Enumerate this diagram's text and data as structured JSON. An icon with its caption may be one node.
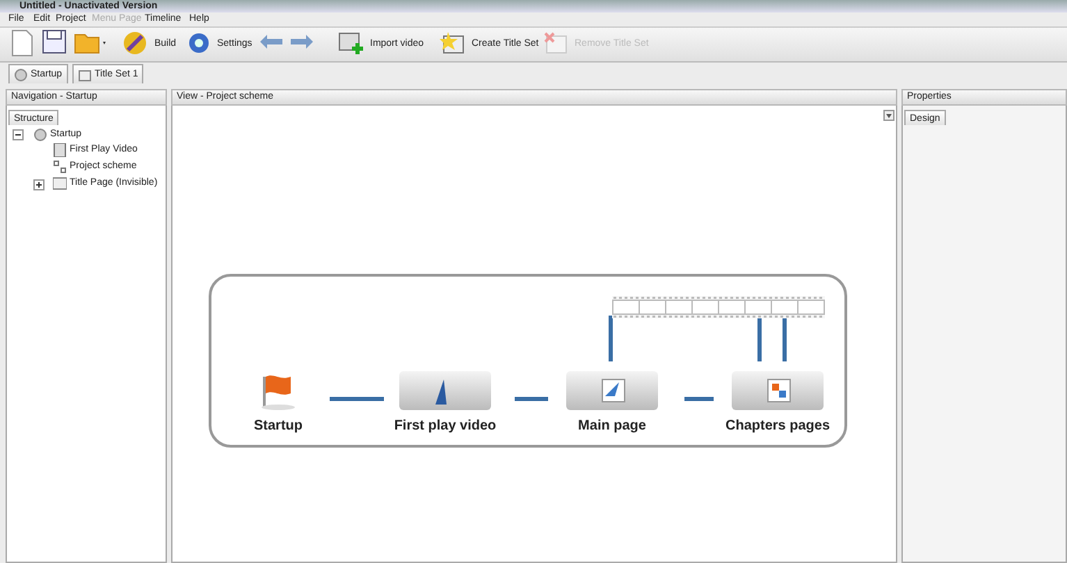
{
  "diagram": {
    "title": "Untitled - Unactivated Version",
    "nodes": [
      {
        "text": [],
        "shape": "box"
      },
      {
        "text": [
          "Startup"
        ],
        "in": 0
      },
      {
        "text": [
          "First play video"
        ],
        "in": 0
      },
      {
        "text": [
          "Main page"
        ],
        "in": 0
      },
      {
        "text": [
          "Chapters pages"
        ],
        "in": 0
      },
      {
        "text": [],
        "shape": "picture",
        "in": 0
      }
    ],
    "edges": [
      {
        "from": 1,
        "to": 2,
        "arrow": "none"
      },
      {
        "from": 2,
        "to": 3,
        "arrow": "none"
      },
      {
        "from": 3,
        "to": 4,
        "arrow": "none"
      },
      {
        "from": 3,
        "to": 5,
        "arrow": "none"
      },
      {
        "from": 4,
        "to": 5,
        "arrow": "none"
      },
      {
        "from": 4,
        "to": 5,
        "arrow": "none"
      }
    ],
    "labels": [
      "File",
      "Edit",
      "Project",
      "Menu Page",
      "Timeline",
      "Help",
      "Build",
      "Settings",
      "Import video",
      "Create Title Set",
      "Remove Title Set",
      "Startup",
      "Title Set 1",
      "Navigation - Startup",
      "View - Project scheme",
      "Properties",
      "Structure",
      "Startup",
      "First Play Video",
      "Project scheme",
      "Title Page (Invisible)",
      "Design"
    ]
  }
}
